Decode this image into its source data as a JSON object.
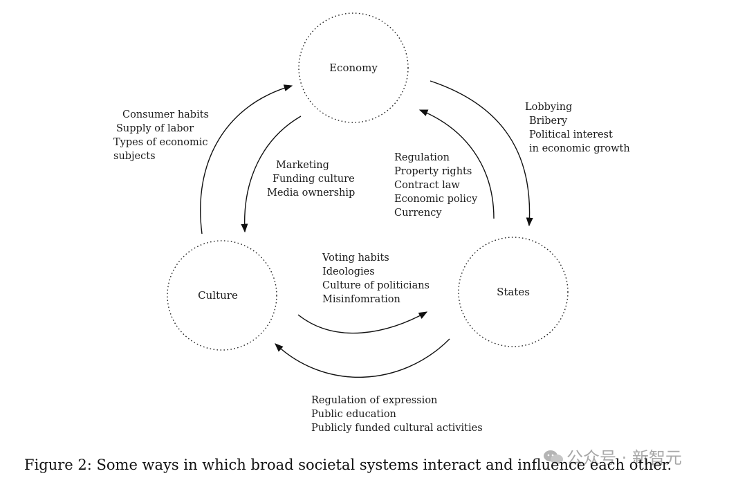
{
  "nodes": {
    "economy": "Economy",
    "culture": "Culture",
    "states": "States"
  },
  "edges": {
    "culture_to_economy": [
      "Consumer habits",
      "Supply of labor",
      "Types of economic",
      "subjects"
    ],
    "economy_to_culture": [
      "Marketing",
      "Funding culture",
      "Media ownership"
    ],
    "economy_to_states": [
      "Lobbying",
      "Bribery",
      "Political interest",
      "in economic growth"
    ],
    "states_to_economy": [
      "Regulation",
      "Property rights",
      "Contract law",
      "Economic policy",
      "Currency"
    ],
    "culture_to_states": [
      "Voting habits",
      "Ideologies",
      "Culture of politicians",
      "Misinfomration"
    ],
    "states_to_culture": [
      "Regulation of expression",
      "Public education",
      "Publicly funded cultural activities"
    ]
  },
  "caption": "Figure 2: Some ways in which broad societal systems interact and influence each other.",
  "watermark": "公众号 · 新智元"
}
